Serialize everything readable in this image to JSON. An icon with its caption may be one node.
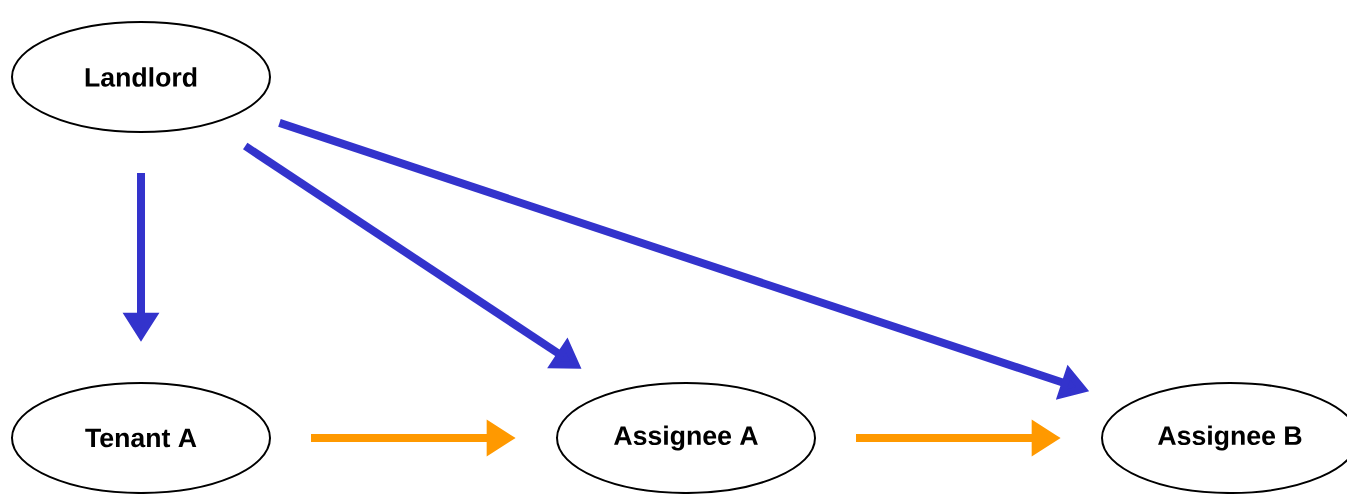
{
  "diagram": {
    "nodes": [
      {
        "text": [
          "Landlord"
        ]
      },
      {
        "text": [
          "Tenant A"
        ]
      },
      {
        "text": [
          "Assignee A"
        ]
      },
      {
        "text": [
          "Assignee B"
        ]
      }
    ],
    "edges": [
      {
        "from": 0,
        "to": 1,
        "arrow": "to"
      },
      {
        "from": 0,
        "to": 2,
        "arrow": "to"
      },
      {
        "from": 0,
        "to": 3,
        "arrow": "to"
      },
      {
        "from": 1,
        "to": 2,
        "arrow": "to",
        "color": "#ff9900"
      },
      {
        "from": 2,
        "to": 3,
        "arrow": "to",
        "color": "#ff9900"
      }
    ]
  }
}
